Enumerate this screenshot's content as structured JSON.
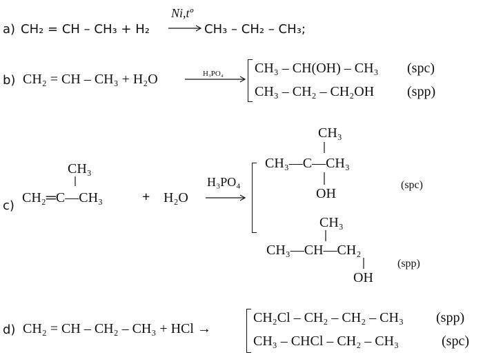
{
  "reactions": {
    "a": {
      "label": "a)",
      "reactants": "CH₂ = CH – CH₃ + H₂",
      "condition": "Ni,tº",
      "product": "CH₃ – CH₂ – CH₃;"
    },
    "b": {
      "label": "b)",
      "reactants": "CH₂ = CH – CH₃ + H₂O",
      "condition": "H₃PO₄",
      "products": [
        {
          "formula": "CH₃ – CH(OH) – CH₃",
          "tag": "(spc)"
        },
        {
          "formula": "CH₃ – CH₂ – CH₂OH",
          "tag": "(spp)"
        }
      ]
    },
    "c": {
      "label": "c)",
      "reactant_main": "CH₂═C—CH₃",
      "reactant_branch": "CH₃",
      "plus": "+",
      "water": "H₂O",
      "condition": "H₃PO₄",
      "product1": {
        "top": "CH₃",
        "main": "CH₃—C—CH₃",
        "bottom": "OH",
        "tag": "(spc)"
      },
      "product2": {
        "top": "CH₃",
        "main": "CH₃—CH—CH₂",
        "bottom": "OH",
        "tag": "(spp)"
      }
    },
    "d": {
      "label": "d)",
      "reactants": "CH₂ = CH – CH₂ – CH₃ + HCl →",
      "products": [
        {
          "formula": "CH₂Cl – CH₂ – CH₂ – CH₃",
          "tag": "(spp)"
        },
        {
          "formula": "CH₃ – CHCl – CH₂ – CH₃",
          "tag": "(spc)"
        }
      ]
    }
  }
}
